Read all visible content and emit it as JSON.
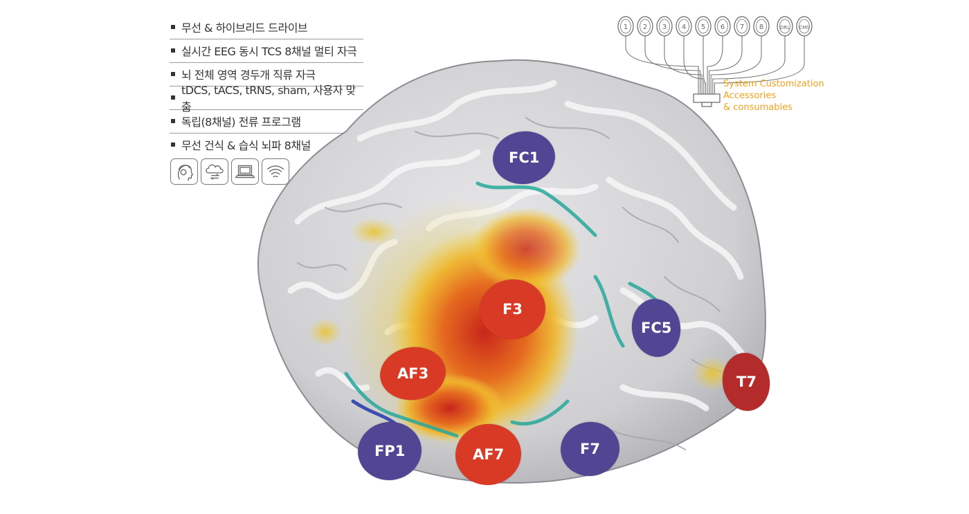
{
  "features": [
    "무선 & 하이브리드 드라이브",
    "실시간 EEG 동시 TCS 8채널 멀티 자극",
    "뇌 전체 영역 경두개 직류 자극",
    "tDCS, tACS, tRNS, sham, 사용자 맞춤",
    "독립(8채널) 전류 프로그램",
    "무선 건식 & 습식 뇌파 8채널"
  ],
  "feature_icons": [
    "head-headset-icon",
    "cloud-sync-icon",
    "laptop-icon",
    "wifi-icon"
  ],
  "connector": {
    "channels": [
      "1",
      "2",
      "3",
      "4",
      "5",
      "6",
      "7",
      "8"
    ],
    "refs": [
      "DRL",
      "CMS"
    ],
    "lines": [
      "System Customization",
      "Accessories",
      "& consumables"
    ]
  },
  "electrodes": [
    {
      "label": "FC1",
      "group": "blue"
    },
    {
      "label": "F3",
      "group": "red"
    },
    {
      "label": "FC5",
      "group": "blue"
    },
    {
      "label": "AF3",
      "group": "red"
    },
    {
      "label": "T7",
      "group": "darkred"
    },
    {
      "label": "FP1",
      "group": "blue"
    },
    {
      "label": "AF7",
      "group": "red"
    },
    {
      "label": "F7",
      "group": "blue"
    }
  ],
  "colors": {
    "blue": "#524593",
    "red": "#d83a25",
    "darkred": "#b32b2b",
    "accent": "#f2a11a",
    "brain": "#d4d4d6"
  }
}
